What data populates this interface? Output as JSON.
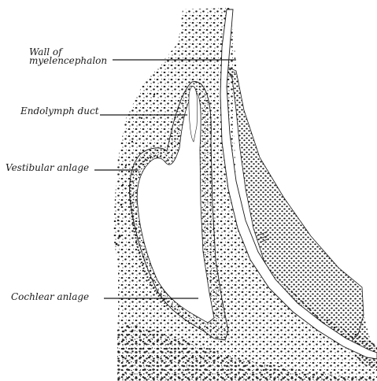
{
  "labels": {
    "wall_line1": "Wall of",
    "wall_line2": "myelencephalon",
    "endolymph": "Endolymph duct",
    "vestibular": "Vestibular anlage",
    "cochlear": "Cochlear anlage"
  },
  "colors": {
    "ink": "#1a1a1a",
    "paper": "#ffffff"
  }
}
